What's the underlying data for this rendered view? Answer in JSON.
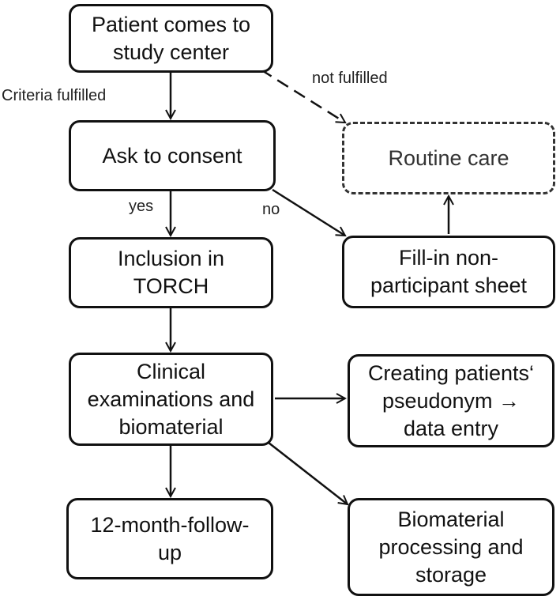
{
  "boxes": {
    "patient": "Patient comes to\nstudy center",
    "consent": "Ask to consent",
    "routine": "Routine care",
    "inclusion": "Inclusion in\nTORCH",
    "nonparticipant": "Fill-in non-\nparticipant sheet",
    "clinical": "Clinical\nexaminations and\nbiomaterial",
    "pseudonym": "Creating patients‘\npseudonym →\ndata entry",
    "followup": "12-month-follow-\nup",
    "biomaterial": "Biomaterial\nprocessing and\nstorage"
  },
  "labels": {
    "criteria": "Criteria fulfilled",
    "not_fulfilled": "not fulfilled",
    "yes": "yes",
    "no": "no"
  },
  "colors": {
    "line": "#111111",
    "dashed": "#333333"
  }
}
